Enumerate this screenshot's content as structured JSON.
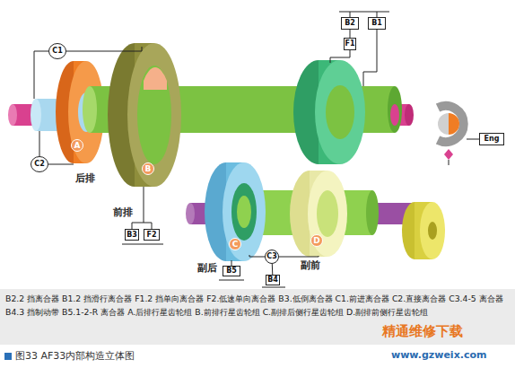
{
  "diagram": {
    "caption": "图33 AF33内部构造立体图",
    "nodes": [
      {
        "text": [
          "C1"
        ]
      },
      {
        "text": [
          "B2"
        ]
      },
      {
        "text": [
          "B1"
        ]
      },
      {
        "text": [
          "F1"
        ]
      },
      {
        "text": [
          "Eng"
        ]
      },
      {
        "text": [
          "A"
        ]
      },
      {
        "text": [
          "C2"
        ]
      },
      {
        "text": [
          "B"
        ]
      },
      {
        "text": [
          "B3"
        ]
      },
      {
        "text": [
          "F2"
        ]
      },
      {
        "text": [
          "C"
        ]
      },
      {
        "text": [
          "D"
        ]
      },
      {
        "text": [
          "C3"
        ]
      },
      {
        "text": [
          "B5"
        ]
      },
      {
        "text": [
          "B4"
        ]
      }
    ],
    "edges": [
      {
        "from": 1,
        "to": 3,
        "arrow": "none"
      },
      {
        "from": 12,
        "to": 14,
        "arrow": "none"
      }
    ],
    "labels": [
      "后排",
      "前排",
      "副后",
      "副前",
      "B2.2 挡离合器 B1.2 挡滑行离合器 F1.2 挡单向离合器 F2.低速单向离合器 B3.低倒离合器 C1.前进离合器 C2.直接离合器 C3.4-5 离合器 B4.3 挡制动带 B5.1-2-R 离合器 A.后排行星齿轮组 B.前排行星齿轮组 C.副排后侧行星齿轮组 D.副排前侧行星齿轮组",
      "精通维修下载",
      "www.gzweix.com"
    ]
  }
}
